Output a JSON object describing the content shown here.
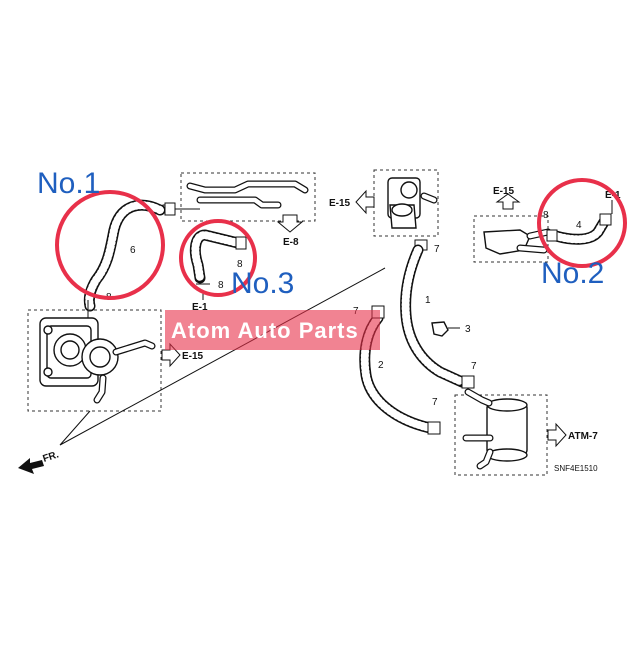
{
  "diagram": {
    "code": "SNF4E1510",
    "front_marker": "FR.",
    "callouts": {
      "no1": "No.1",
      "no2": "No.2",
      "no3": "No.3"
    },
    "watermark": "Atom Auto Parts",
    "part_numbers": [
      "1",
      "2",
      "3",
      "4",
      "6",
      "7",
      "8"
    ],
    "references": {
      "e15_left": "E-15",
      "e15_top": "E-15",
      "e15_right": "E-15",
      "e8": "E-8",
      "e1_mid": "E-1",
      "e1_right": "E-1",
      "atm7": "ATM-7"
    },
    "colors": {
      "highlight": "#e8304a",
      "callout_text": "#1f5fbf",
      "watermark_bg": "#e8304a"
    }
  }
}
